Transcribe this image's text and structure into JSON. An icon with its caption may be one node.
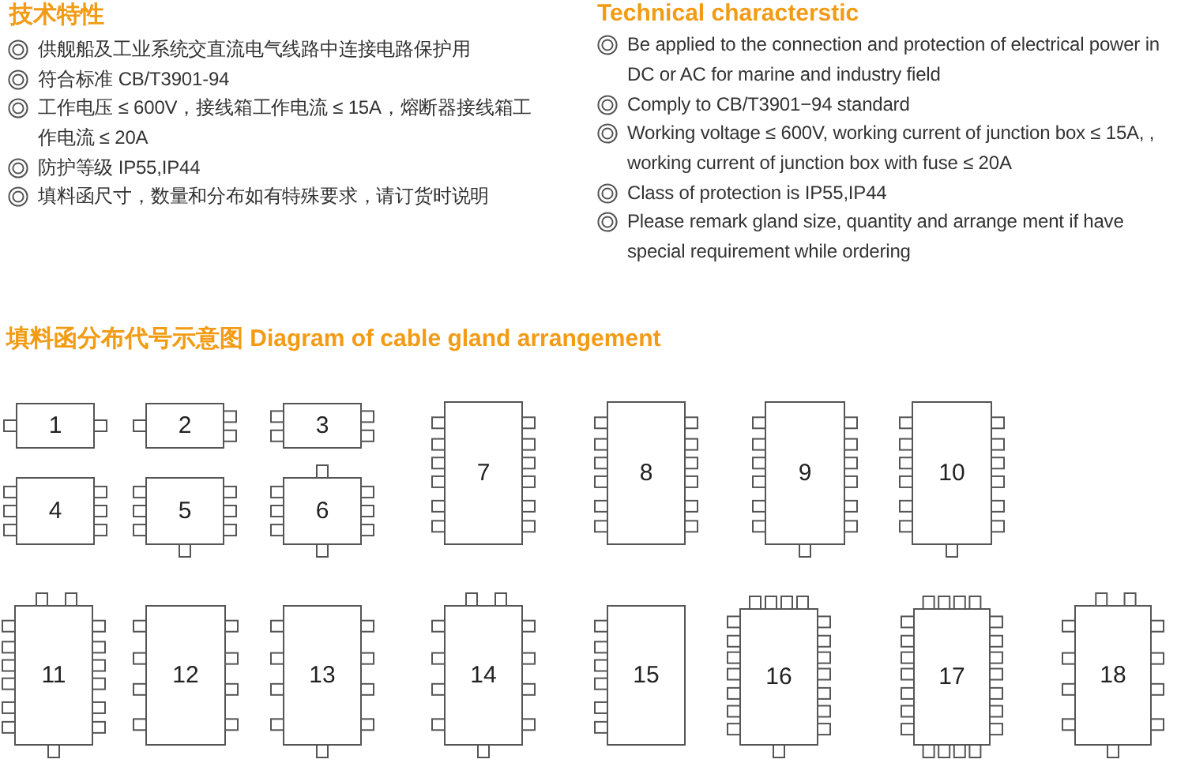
{
  "diagram": {
    "title": "填料函分布代号示意图 Diagram of cable gland arrangement",
    "nodes": [
      {
        "text": [
          "1"
        ]
      },
      {
        "text": [
          "2"
        ]
      },
      {
        "text": [
          "3"
        ]
      },
      {
        "text": [
          "4"
        ]
      },
      {
        "text": [
          "5"
        ]
      },
      {
        "text": [
          "6"
        ]
      },
      {
        "text": [
          "7"
        ]
      },
      {
        "text": [
          "8"
        ]
      },
      {
        "text": [
          "9"
        ]
      },
      {
        "text": [
          "10"
        ]
      },
      {
        "text": [
          "11"
        ]
      },
      {
        "text": [
          "12"
        ]
      },
      {
        "text": [
          "13"
        ]
      },
      {
        "text": [
          "14"
        ]
      },
      {
        "text": [
          "15"
        ]
      },
      {
        "text": [
          "16"
        ]
      },
      {
        "text": [
          "17"
        ]
      },
      {
        "text": [
          "18"
        ]
      }
    ],
    "labels": [
      "技术特性",
      "供舰船及工业系统交直流电气线路中连接电路保护用",
      "符合标准 CB/T3901-94",
      "工作电压 ≤ 600V，接线箱工作电流 ≤ 15A，熔断器接线箱工作电流 ≤ 20A",
      "防护等级 IP55,IP44",
      "填料函尺寸，数量和分布如有特殊要求，请订货时说明",
      "Technical characterstic",
      "Be applied to the connection and protection of electrical power in DC or AC for marine and industry field",
      "Comply to CB/T3901−94 standard",
      "Working voltage ≤ 600V, working current of junction box ≤ 15A, , working current of junction box with fuse ≤ 20A",
      "Class of protection is IP55,IP44",
      "Please remark gland size, quantity and arrange ment if have special requirement while ordering"
    ]
  }
}
